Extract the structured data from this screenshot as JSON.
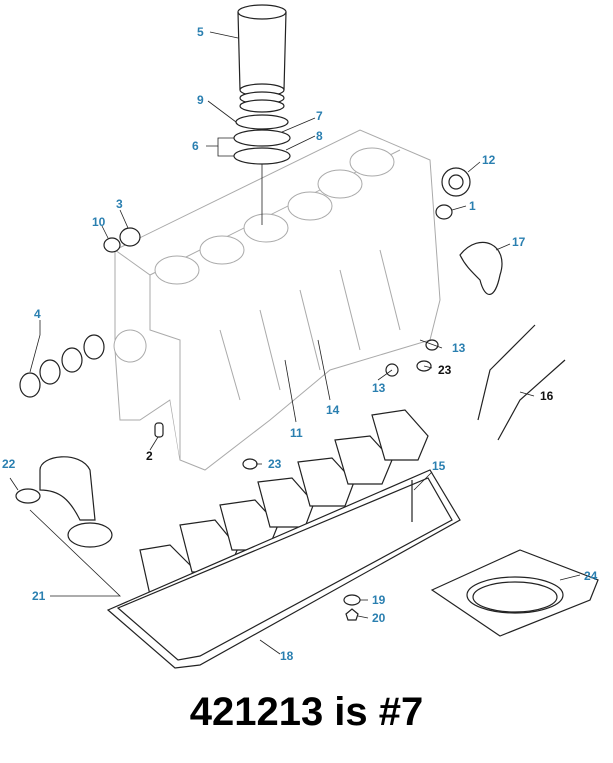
{
  "callouts": {
    "c1": "1",
    "c2": "2",
    "c3": "3",
    "c4": "4",
    "c5": "5",
    "c6": "6",
    "c7": "7",
    "c8": "8",
    "c9": "9",
    "c10": "10",
    "c11": "11",
    "c12": "12",
    "c13a": "13",
    "c13b": "13",
    "c14": "14",
    "c15": "15",
    "c16": "16",
    "c17": "17",
    "c18": "18",
    "c19": "19",
    "c20": "20",
    "c21": "21",
    "c22": "22",
    "c23a": "23",
    "c23b": "23",
    "c24": "24"
  },
  "caption": "421213 is #7",
  "colors": {
    "callout": "#2a7fb0",
    "callout_dark": "#111111",
    "line": "#222222"
  }
}
